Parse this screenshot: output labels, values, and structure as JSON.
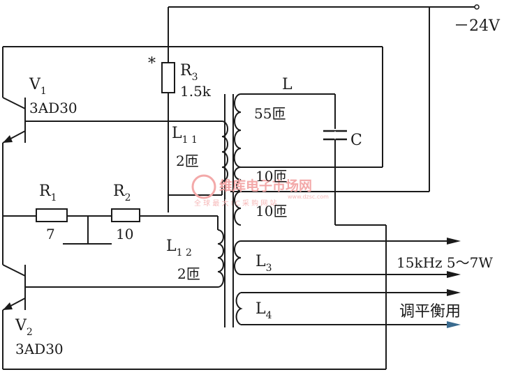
{
  "supply": "－24V",
  "v1": {
    "name_main": "V",
    "name_sub": "1",
    "type": "3AD30"
  },
  "v2": {
    "name_main": "V",
    "name_sub": "2",
    "type": "3AD30"
  },
  "r3": {
    "name_main": "R",
    "name_sub": "3",
    "value": "1.5k",
    "mark": "*"
  },
  "r1": {
    "name_main": "R",
    "name_sub": "1",
    "value": "7"
  },
  "r2": {
    "name_main": "R",
    "name_sub": "2",
    "value": "10"
  },
  "l11": {
    "name_main": "L",
    "name_sub": "1 1",
    "turns": "2匝"
  },
  "l12": {
    "name_main": "L",
    "name_sub": "1 2",
    "turns": "2匝"
  },
  "l": {
    "name": "L",
    "turns_main": "55匝",
    "turns_tap1": "10匝",
    "turns_tap2": "10匝"
  },
  "c": {
    "name": "C"
  },
  "l3": {
    "name_main": "L",
    "name_sub": "3"
  },
  "l4": {
    "name_main": "L",
    "name_sub": "4"
  },
  "output": {
    "freq_power": "15kHz  5～7W",
    "usage": "调平衡用"
  },
  "watermark": {
    "title": "维库电子市场网",
    "subtitle": "全 球 最 大 I C 采 购 网 站",
    "url": "www.dzsc.com"
  },
  "colors": {
    "line": "#1a1a1a",
    "watermark": "#f3a9a9",
    "arrow_blue": "#3a6b8f"
  }
}
